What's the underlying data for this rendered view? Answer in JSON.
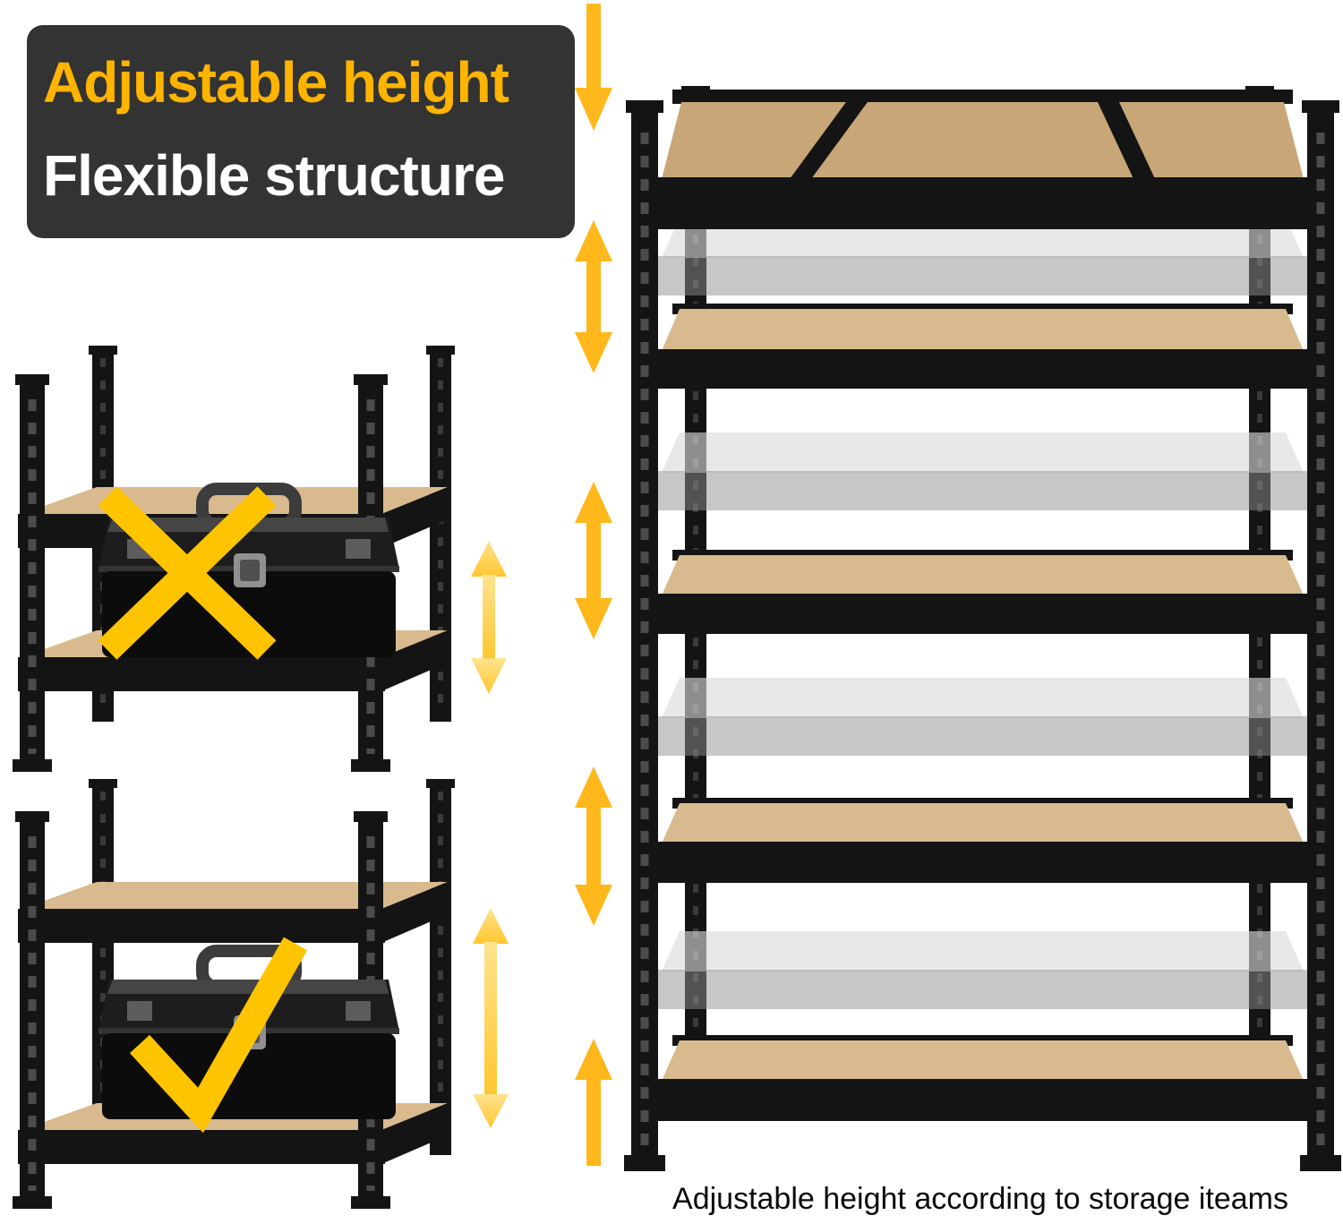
{
  "banner": {
    "line1": "Adjustable height",
    "line2": "Flexible structure"
  },
  "caption": {
    "text": "Adjustable height according to storage iteams"
  },
  "icons": {
    "cross": "✗",
    "check": "✓",
    "arrow_down": "↓",
    "arrow_up": "↑",
    "arrow_vertical": "↕"
  },
  "colors": {
    "banner_bg": "#333333",
    "banner_yellow": "#FFB400",
    "banner_white": "#FFFFFF",
    "arrow_gold": "#FFB81C",
    "arrow_light_top": "#FFE38F",
    "arrow_light_bottom": "#FFC62E",
    "mark_gold": "#FFC400",
    "steel": "#141414",
    "wood": "#D9BA8E",
    "wood_underside": "#C9A678",
    "ghost_wood": "#DADADA",
    "ghost_beam": "#8F8F8F",
    "caption_color": "#0A0A0A",
    "background": "#FFFFFF"
  }
}
